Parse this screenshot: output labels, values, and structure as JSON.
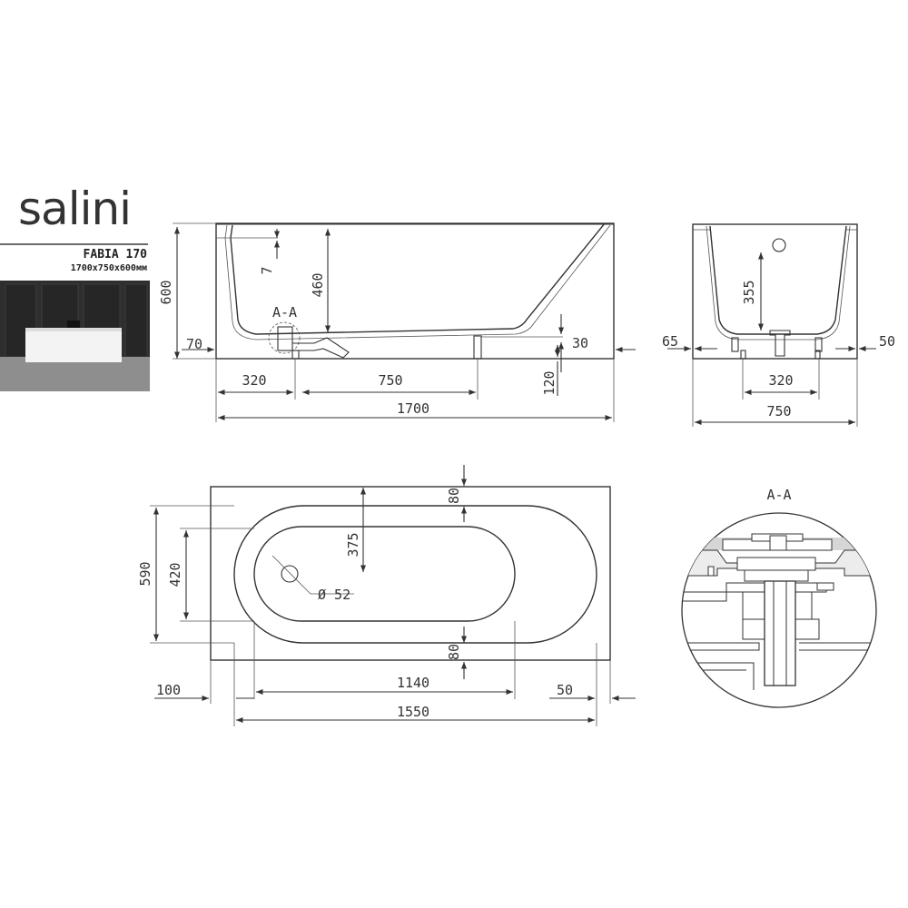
{
  "brand": {
    "logo_text": "salini",
    "model_name": "FABIA 170",
    "model_size": "1700x750x600мм"
  },
  "section_label": "A-A",
  "detail_title": "A-A",
  "side_view": {
    "height_600": "600",
    "foot_70": "70",
    "rim_7": "7",
    "depth_460": "460",
    "slope_30": "30",
    "clearance_120": "120",
    "offset_320": "320",
    "span_750": "750",
    "length_1700": "1700"
  },
  "end_view": {
    "depth_355": "355",
    "wall_65": "65",
    "wall_50": "50",
    "span_320": "320",
    "width_750": "750"
  },
  "top_view": {
    "rim_80_top": "80",
    "rim_80_bottom": "80",
    "depth_375": "375",
    "width_590": "590",
    "inner_420": "420",
    "drain_52": "Ø 52",
    "edge_100": "100",
    "inner_1140": "1140",
    "edge_50": "50",
    "outer_1550": "1550"
  },
  "colors": {
    "line": "#333333",
    "photo_wall": "#2b2b2b",
    "photo_floor": "#8c8c8c",
    "tub": "#f2f2f2"
  }
}
